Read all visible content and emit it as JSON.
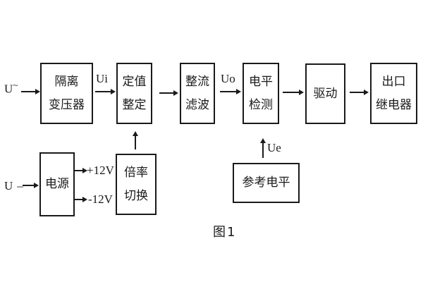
{
  "diagram": {
    "caption": "图1",
    "blocks": [
      {
        "id": "isolation-transformer",
        "lines": [
          "隔离",
          "变压器"
        ]
      },
      {
        "id": "setting-adjust",
        "lines": [
          "定值",
          "整定"
        ]
      },
      {
        "id": "rectifier-filter",
        "lines": [
          "整流",
          "滤波"
        ]
      },
      {
        "id": "level-detect",
        "lines": [
          "电平",
          "检测"
        ]
      },
      {
        "id": "drive",
        "lines": [
          "驱动"
        ]
      },
      {
        "id": "output-relay",
        "lines": [
          "出口",
          "继电器"
        ]
      },
      {
        "id": "power-supply",
        "lines": [
          "电源"
        ]
      },
      {
        "id": "ratio-switch",
        "lines": [
          "倍率",
          "切换"
        ]
      },
      {
        "id": "reference-level",
        "lines": [
          "参考电平"
        ]
      }
    ],
    "labels": {
      "ac": {
        "base": "U",
        "sup": "~"
      },
      "dc": {
        "base": "U",
        "dash": "–"
      },
      "ui": "Ui",
      "uo": "Uo",
      "ue": "Ue",
      "plus12": "+12V",
      "minus12": "-12V"
    },
    "colors": {
      "line": "#1a1a1a",
      "background": "#ffffff"
    }
  }
}
